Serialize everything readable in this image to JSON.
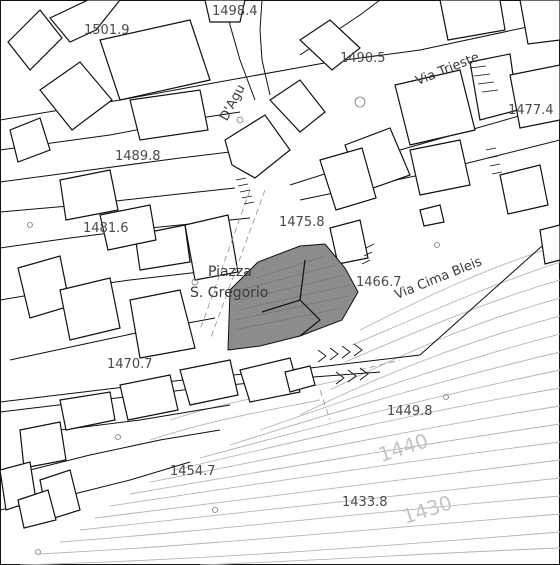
{
  "map": {
    "spot_heights": [
      {
        "id": "h1",
        "label": "1501.9"
      },
      {
        "id": "h2",
        "label": "1498.4"
      },
      {
        "id": "h3",
        "label": "1490.5"
      },
      {
        "id": "h4",
        "label": "1477.4"
      },
      {
        "id": "h5",
        "label": "1489.8"
      },
      {
        "id": "h6",
        "label": "1481.6"
      },
      {
        "id": "h7",
        "label": "1475.8"
      },
      {
        "id": "h8",
        "label": "1466.7"
      },
      {
        "id": "h9",
        "label": "1470.7"
      },
      {
        "id": "h10",
        "label": "1449.8"
      },
      {
        "id": "h11",
        "label": "1454.7"
      },
      {
        "id": "h12",
        "label": "1433.8"
      }
    ],
    "contour_labels": [
      {
        "id": "c1",
        "label": "1440"
      },
      {
        "id": "c2",
        "label": "1430"
      }
    ],
    "place_name": {
      "line1": "Piazza",
      "line2": "S. Gregorio"
    },
    "streets": [
      {
        "id": "s1",
        "label": "Via Trieste"
      },
      {
        "id": "s2",
        "label": "D'Agu"
      },
      {
        "id": "s3",
        "label": "Via Cima Bleis"
      }
    ],
    "colors": {
      "building_line": "#111111",
      "contour_line": "#b5b5b5",
      "dashed_line": "#9a9a9a",
      "highlight_fill": "#8c8c8c",
      "background": "#ffffff"
    }
  }
}
